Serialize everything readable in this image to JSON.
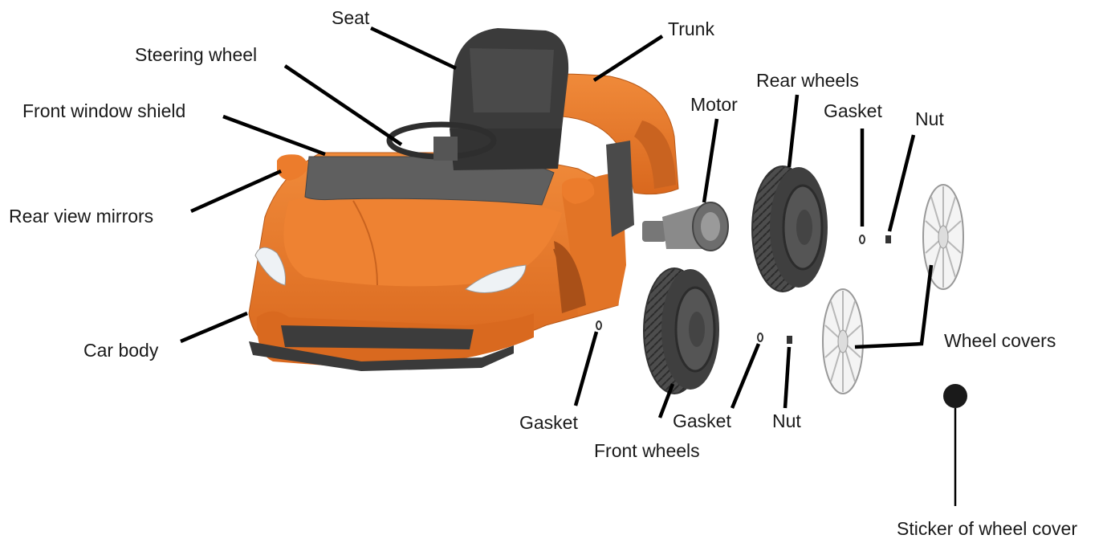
{
  "labels": {
    "seat": "Seat",
    "trunk": "Trunk",
    "steering_wheel": "Steering wheel",
    "front_window_shield": "Front window shield",
    "rear_view_mirrors": "Rear view mirrors",
    "car_body": "Car body",
    "motor": "Motor",
    "rear_wheels": "Rear wheels",
    "gasket_rear": "Gasket",
    "nut_rear": "Nut",
    "wheel_covers": "Wheel covers",
    "gasket_front_left": "Gasket",
    "front_wheels": "Front wheels",
    "gasket_front_right": "Gasket",
    "nut_front": "Nut",
    "sticker_of_wheel_cover": "Sticker of wheel cover"
  },
  "colors": {
    "body_orange": "#e8782a",
    "body_shadow": "#c85f18",
    "seat_dark": "#3a3a3a",
    "windshield_grey": "#5e5e5e",
    "tire_dark": "#4a4a4a",
    "hubcap_white": "#f2f2f2",
    "leader_black": "#000000"
  }
}
